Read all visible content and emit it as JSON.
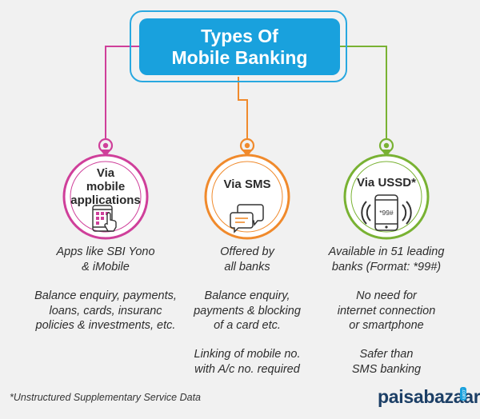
{
  "title": {
    "line1": "Types Of",
    "line2": "Mobile Banking"
  },
  "colors": {
    "app": "#cf3f9a",
    "sms": "#f08a2c",
    "ussd": "#79b233",
    "title_bg": "#19a1dd",
    "brand": "#1c3f66"
  },
  "columns": [
    {
      "id": "app",
      "label": [
        "Via",
        "mobile",
        "applications"
      ],
      "icon": "mobile-app-touch-icon",
      "desc": [
        "Apps like SBI Yono",
        "& iMobile"
      ],
      "details": [
        "Balance enquiry, payments,",
        "loans, cards, insuranc",
        "policies & investments, etc."
      ]
    },
    {
      "id": "sms",
      "label": [
        "Via SMS"
      ],
      "icon": "chat-bubbles-icon",
      "desc": [
        "Offered by",
        "all banks"
      ],
      "details": [
        "Balance enquiry,",
        "payments & blocking",
        "of a card etc."
      ],
      "extra": [
        "Linking of mobile no.",
        "with A/c no. required"
      ]
    },
    {
      "id": "ussd",
      "label": [
        "Via USSD*"
      ],
      "icon": "phone-ussd-icon",
      "phone_text": "*99#",
      "desc": [
        "Available in 51 leading",
        "banks (Format: *99#)"
      ],
      "details": [
        "No need for",
        "internet connection",
        "or smartphone"
      ],
      "extra": [
        "Safer than",
        "SMS banking"
      ]
    }
  ],
  "footnote": "*Unstructured Supplementary Service Data",
  "brand": {
    "name": "paisabazaar",
    "tag": ".com"
  }
}
